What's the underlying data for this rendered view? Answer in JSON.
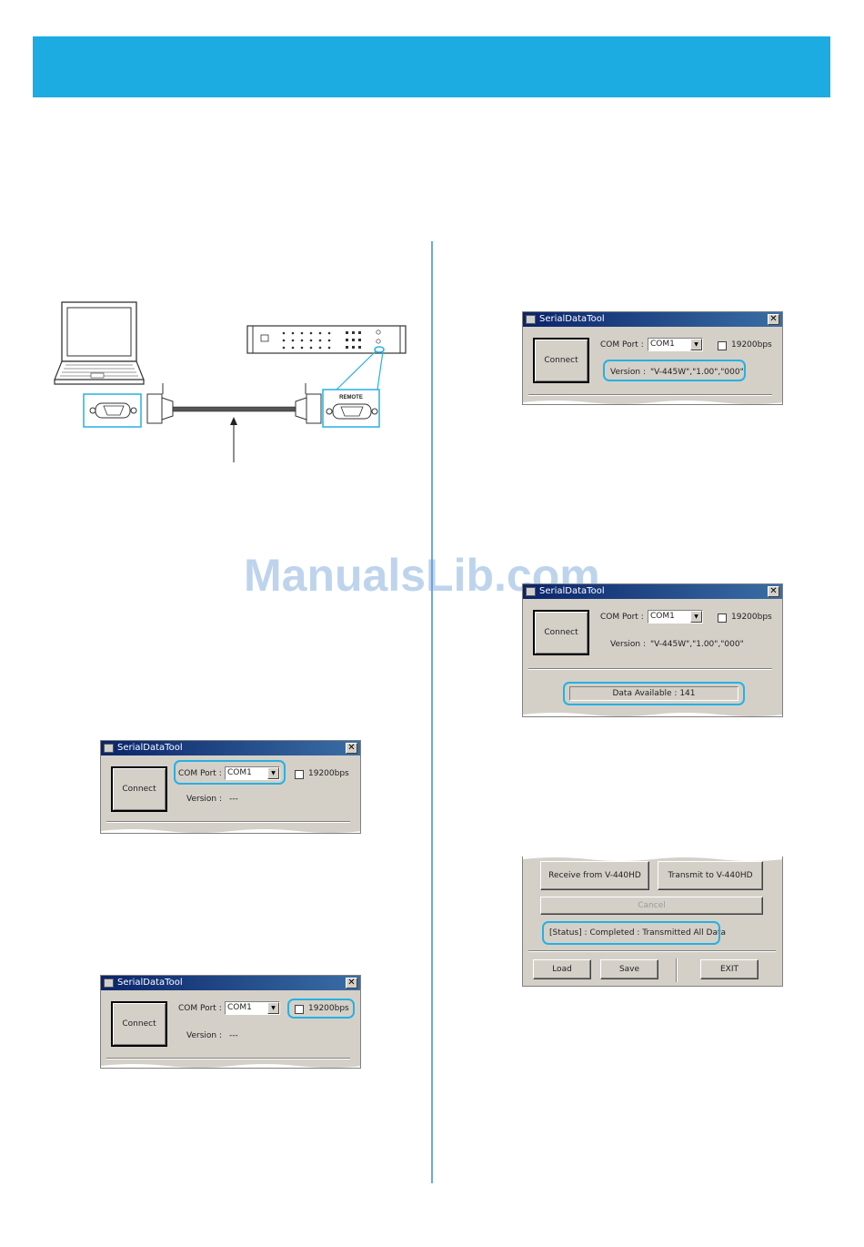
{
  "watermark": "ManualsLib.com",
  "diagram": {
    "remote_label": "REMOTE"
  },
  "dialog": {
    "title": "SerialDataTool",
    "connect_label": "Connect",
    "com_port_label": "COM Port :",
    "com_port_value": "COM1",
    "baud_label": "19200bps",
    "version_label": "Version :",
    "version_empty": "---",
    "version_value": "\"V-445W\",\"1.00\",\"000\"",
    "data_available": "Data Available : 141",
    "close_glyph": "✕"
  },
  "transfer": {
    "receive_label": "Receive from V-440HD",
    "transmit_label": "Transmit to V-440HD",
    "cancel_label": "Cancel",
    "status_text": "[Status] :  Completed : Transmitted All Data",
    "load_label": "Load",
    "save_label": "Save",
    "exit_label": "EXIT"
  },
  "colors": {
    "banner": "#1cace2",
    "highlight": "#25b1e3",
    "divider": "#6ea7de"
  }
}
